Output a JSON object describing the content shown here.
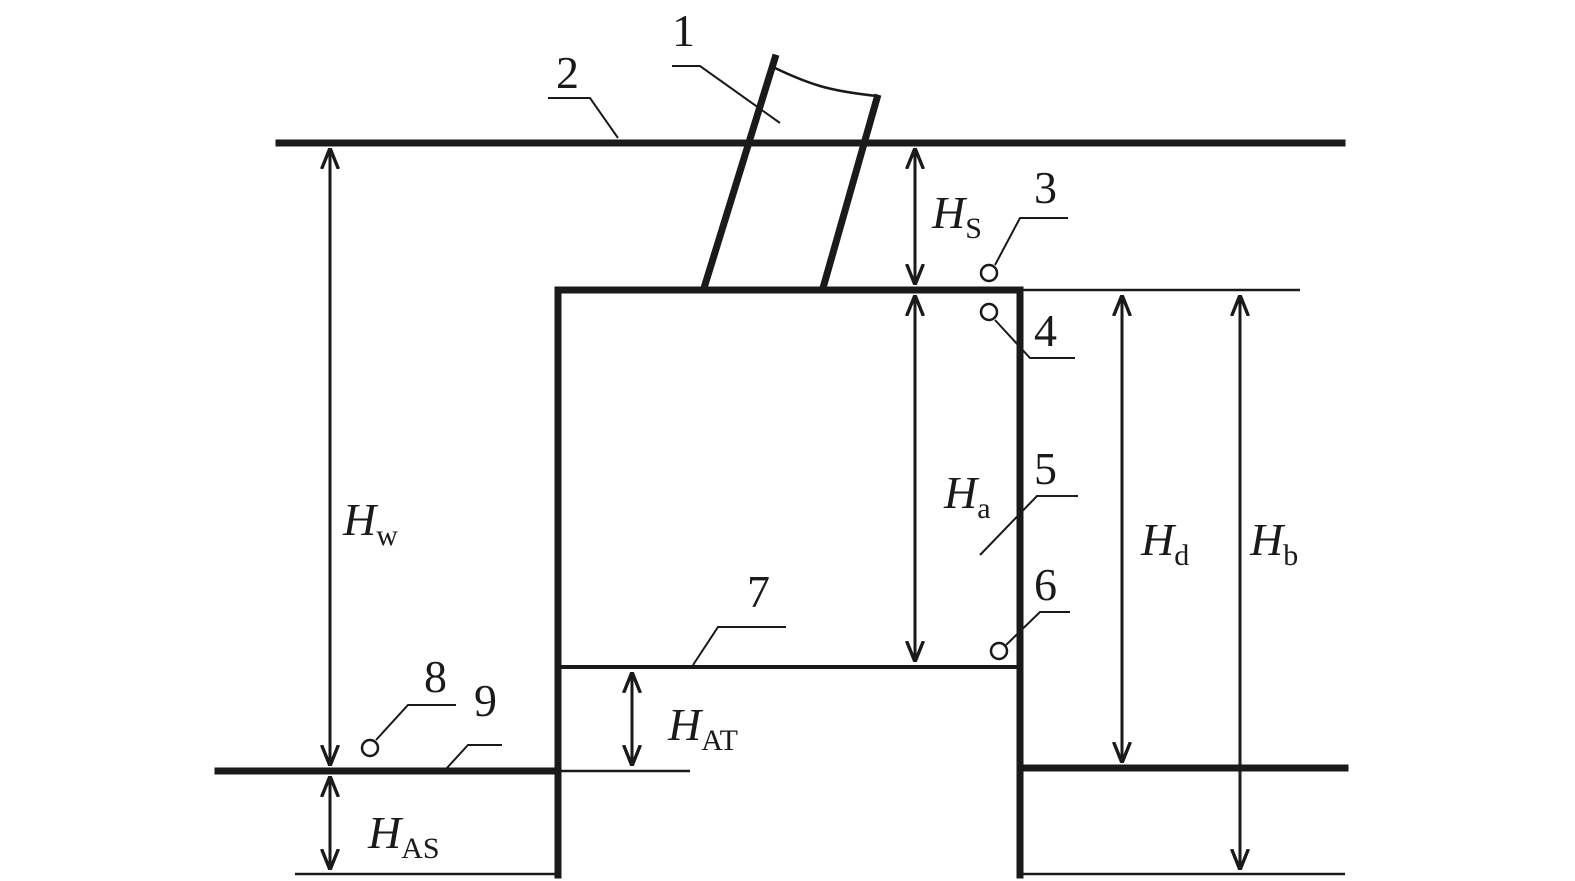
{
  "callouts": {
    "c1": "1",
    "c2": "2",
    "c3": "3",
    "c4": "4",
    "c5": "5",
    "c6": "6",
    "c7": "7",
    "c8": "8",
    "c9": "9"
  },
  "dimensions": {
    "hw": {
      "symbol": "H",
      "sub": "w"
    },
    "hs": {
      "symbol": "H",
      "sub": "S"
    },
    "ha": {
      "symbol": "H",
      "sub": "a"
    },
    "hd": {
      "symbol": "H",
      "sub": "d"
    },
    "hb": {
      "symbol": "H",
      "sub": "b"
    },
    "hat": {
      "symbol": "H",
      "sub": "AT"
    },
    "has": {
      "symbol": "H",
      "sub": "AS"
    }
  }
}
